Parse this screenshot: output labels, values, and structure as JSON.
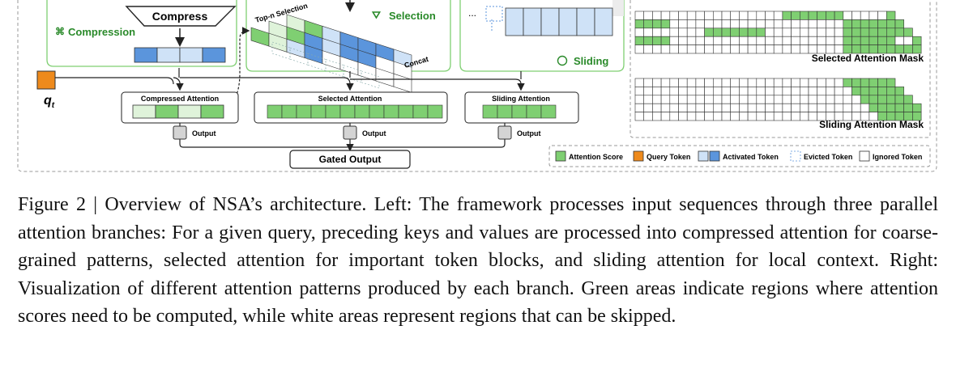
{
  "diagram": {
    "compress_label": "Compress",
    "compression_label": "Compression",
    "compression_icon": "compress-arrows-icon",
    "selection_label": "Selection",
    "selection_icon": "funnel-icon",
    "sliding_label": "Sliding",
    "sliding_icon": "sliding-window-icon",
    "top_n_label": "Top-n Selection",
    "concat_label": "Concat",
    "ellipsis": "...",
    "query_symbol": "q",
    "query_subscript": "t",
    "compressed_attention_label": "Compressed Attention",
    "selected_attention_label": "Selected Attention",
    "sliding_attention_label": "Sliding Attention",
    "output_label": "Output",
    "gated_output_label": "Gated Output",
    "selected_mask_label": "Selected Attention Mask",
    "sliding_mask_label": "Sliding Attention Mask"
  },
  "legend": {
    "attention_score": "Attention Score",
    "query_token": "Query Token",
    "activated_token": "Activated Token",
    "evicted_token": "Evicted Token",
    "ignored_token": "Ignored Token"
  },
  "colors": {
    "green": "#7fcf72",
    "green_light": "#dff3da",
    "green_border": "#2a8a2a",
    "orange": "#ee8a1c",
    "blue": "#5b95dc",
    "blue_light": "#cfe2f7",
    "gray_output": "#d4d4d4"
  },
  "caption": "Figure 2 | Overview of NSA’s architecture. Left: The framework processes input sequences through three parallel attention branches: For a given query, preceding keys and values are processed into compressed attention for coarse-grained patterns, selected attention for important token blocks, and sliding attention for local context. Right: Visualization of different attention patterns produced by each branch. Green areas indicate regions where attention scores need to be computed, while white areas represent regions that can be skipped."
}
